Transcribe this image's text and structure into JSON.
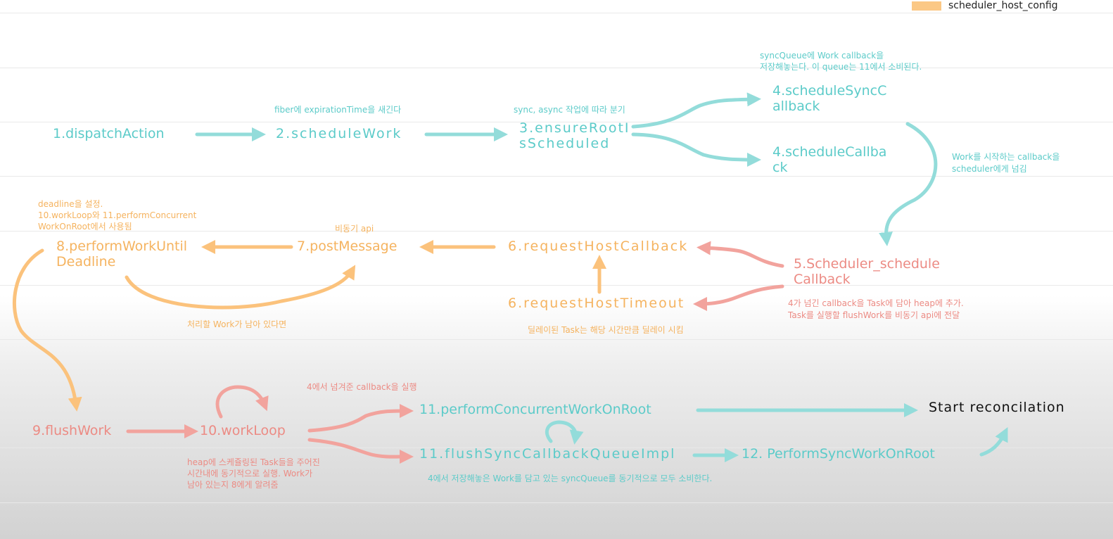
{
  "legend": {
    "label": "scheduler_host_config",
    "color": "#fbc885"
  },
  "colors": {
    "teal": "#5ccbc9",
    "orange": "#f5b35f",
    "red": "#ec8b84"
  },
  "nodes": {
    "n1": "1.dispatchAction",
    "n2": "2.scheduleWork",
    "n3a": "3.ensureRootI",
    "n3b": "sScheduled",
    "n4a_1": "4.scheduleSyncC",
    "n4a_2": "allback",
    "n4b_1": "4.scheduleCallba",
    "n4b_2": "ck",
    "n5_1": "5.Scheduler_schedule",
    "n5_2": "Callback",
    "n6a": "6.requestHostCallback",
    "n6b": "6.requestHostTimeout",
    "n7": "7.postMessage",
    "n8_1": "8.performWorkUntil",
    "n8_2": "Deadline",
    "n9": "9.flushWork",
    "n10": "10.workLoop",
    "n11a": "11.performConcurrentWorkOnRoot",
    "n11b": "11.flushSyncCallbackQueueImpl",
    "n12": "12. PerformSyncWorkOnRoot",
    "start": "Start reconcilation"
  },
  "notes": {
    "fiber": "fiber에 expirationTime을 새긴다",
    "sync_async": "sync, async 작업에 따라 분기",
    "syncqueue_1": "syncQueue에 Work callback을",
    "syncqueue_2": "저장해놓는다. 이 queue는 11에서 소비된다.",
    "work_start_1": "Work를 시작하는 callback을",
    "work_start_2": "scheduler에게 넘김",
    "deadline_1": "deadline을 설정.",
    "deadline_2": "10.workLoop와 11.performConcurrent",
    "deadline_3": "WorkOnRoot에서 사용됨",
    "async_api": "비동기 api",
    "remaining_work": "처리할 Work가 남아 있다면",
    "delayed_task": "딜레이된 Task는 해당 시간만큼 딜레이 시킴",
    "task_heap_1": "4가 넘긴 callback을 Task에 담아 heap에 추가.",
    "task_heap_2": "Task를 실행할 flushWork를 비동기 api에 전달",
    "run_callback": "4에서 넘겨준 callback을 실행",
    "heap_tasks_1": "heap에 스케쥴링된 Task들을 주어진",
    "heap_tasks_2": "시간내에 동기적으로 실행. Work가",
    "heap_tasks_3": "남아 있는지 8에게 알려줌",
    "consume_sync": "4에서 저장해놓은 Work를 담고 있는 syncQueue를 동기적으로 모두 소비한다."
  }
}
